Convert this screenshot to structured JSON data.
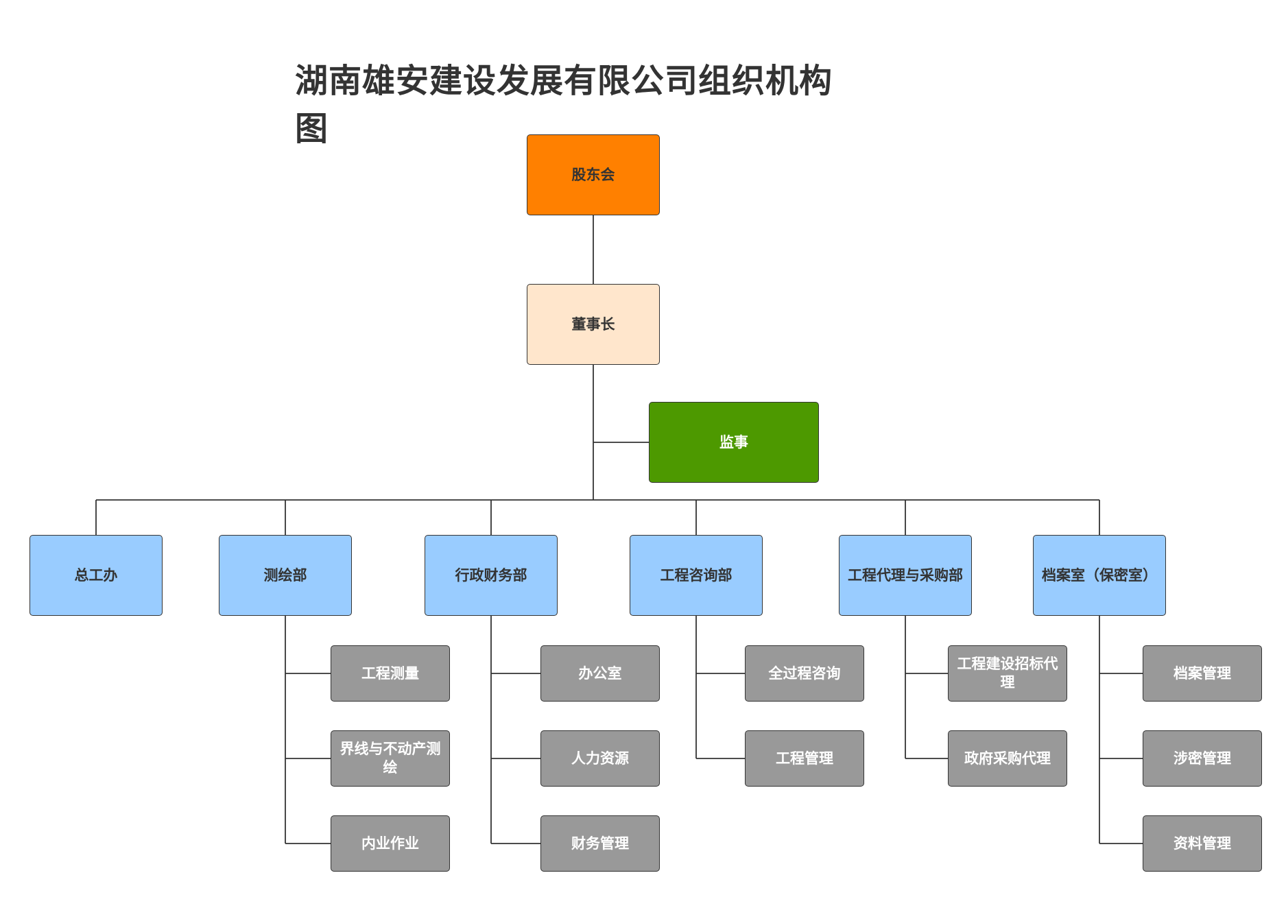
{
  "title": "湖南雄安建设发展有限公司组织机构图",
  "top": {
    "shareholders": "股东会",
    "chairman": "董事长",
    "supervisor": "监事"
  },
  "departments": [
    {
      "name": "总工办",
      "children": []
    },
    {
      "name": "测绘部",
      "children": [
        "工程测量",
        "界线与不动产测绘",
        "内业作业"
      ]
    },
    {
      "name": "行政财务部",
      "children": [
        "办公室",
        "人力资源",
        "财务管理"
      ]
    },
    {
      "name": "工程咨询部",
      "children": [
        "全过程咨询",
        "工程管理"
      ]
    },
    {
      "name": "工程代理与采购部",
      "children": [
        "工程建设招标代理",
        "政府采购代理"
      ]
    },
    {
      "name": "档案室（保密室）",
      "children": [
        "档案管理",
        "涉密管理",
        "资料管理"
      ]
    }
  ],
  "colors": {
    "shareholders": "#ff8000",
    "chairman": "#ffe6cc",
    "supervisor": "#4d9900",
    "department": "#99ccff",
    "unit": "#999999",
    "line": "#333333"
  }
}
